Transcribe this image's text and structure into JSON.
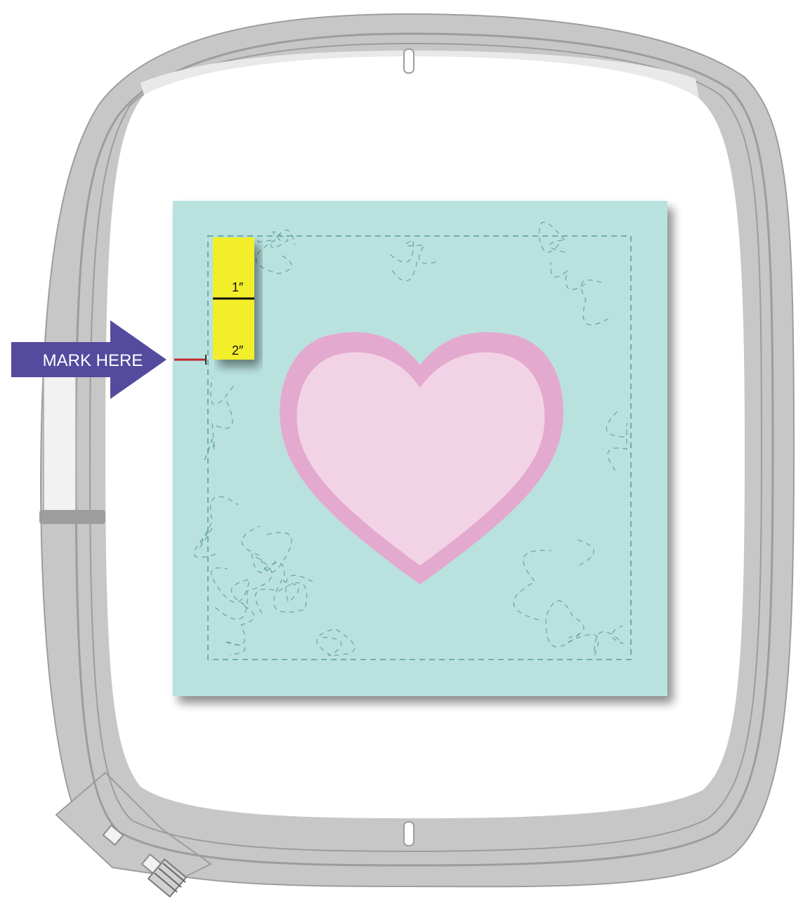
{
  "arrow": {
    "label": "MARK HERE",
    "color": "#544a9e",
    "text_color": "#ffffff"
  },
  "ruler": {
    "mark_1": "1″",
    "mark_2": "2″",
    "color": "#f2ef2a"
  },
  "fabric": {
    "color": "#b9e2df",
    "stitch_color": "#5e9e96"
  },
  "heart": {
    "fill": "#f2d3e5",
    "border": "#e4a9cf"
  },
  "hoop": {
    "frame_color": "#c7c7c7",
    "frame_dark": "#9d9d9d",
    "frame_light": "#e9e9e9"
  },
  "mark_line_color": "#c1272d"
}
